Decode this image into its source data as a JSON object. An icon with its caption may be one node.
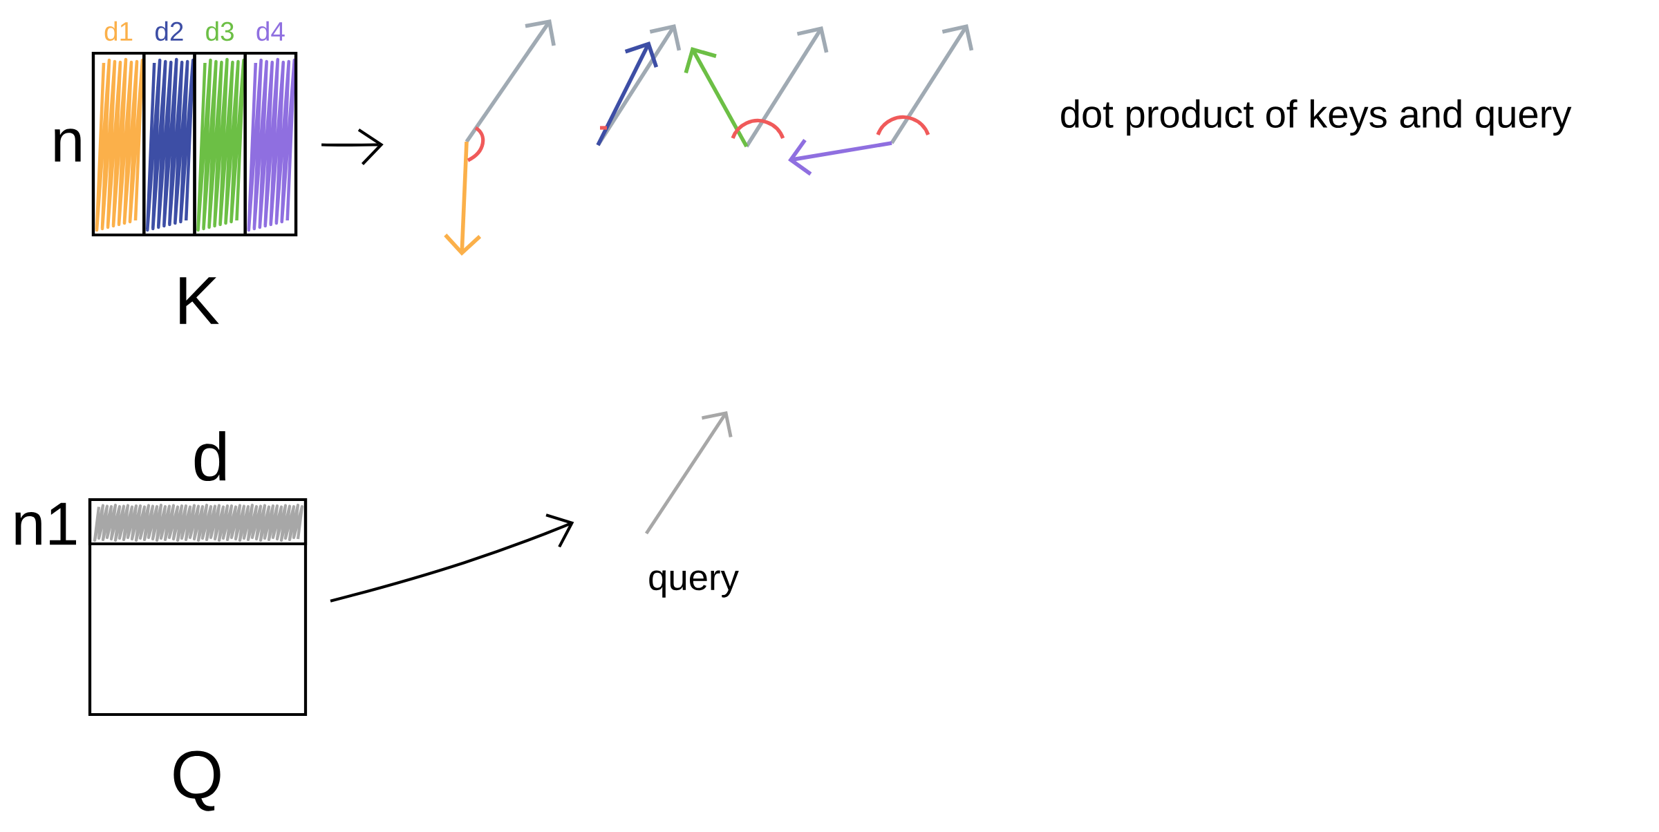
{
  "diagram": {
    "nodes": [
      {
        "text": [
          "K"
        ],
        "beside": [
          "n"
        ]
      },
      {
        "text": [
          "d1"
        ],
        "in": 0
      },
      {
        "text": [
          "d2"
        ],
        "in": 0
      },
      {
        "text": [
          "d3"
        ],
        "in": 0
      },
      {
        "text": [
          "d4"
        ],
        "in": 0
      },
      {
        "text": [],
        "shape": "picture"
      },
      {
        "text": [
          "d",
          "Q"
        ]
      },
      {
        "text": [
          "n1"
        ],
        "in": 6
      },
      {
        "text": [
          "query"
        ]
      }
    ],
    "edges": [
      {
        "from": 0,
        "to": 5,
        "arrow": "to"
      },
      {
        "from": 6,
        "to": 8,
        "arrow": "to"
      }
    ],
    "labels": [
      "dot product of keys and query"
    ]
  }
}
